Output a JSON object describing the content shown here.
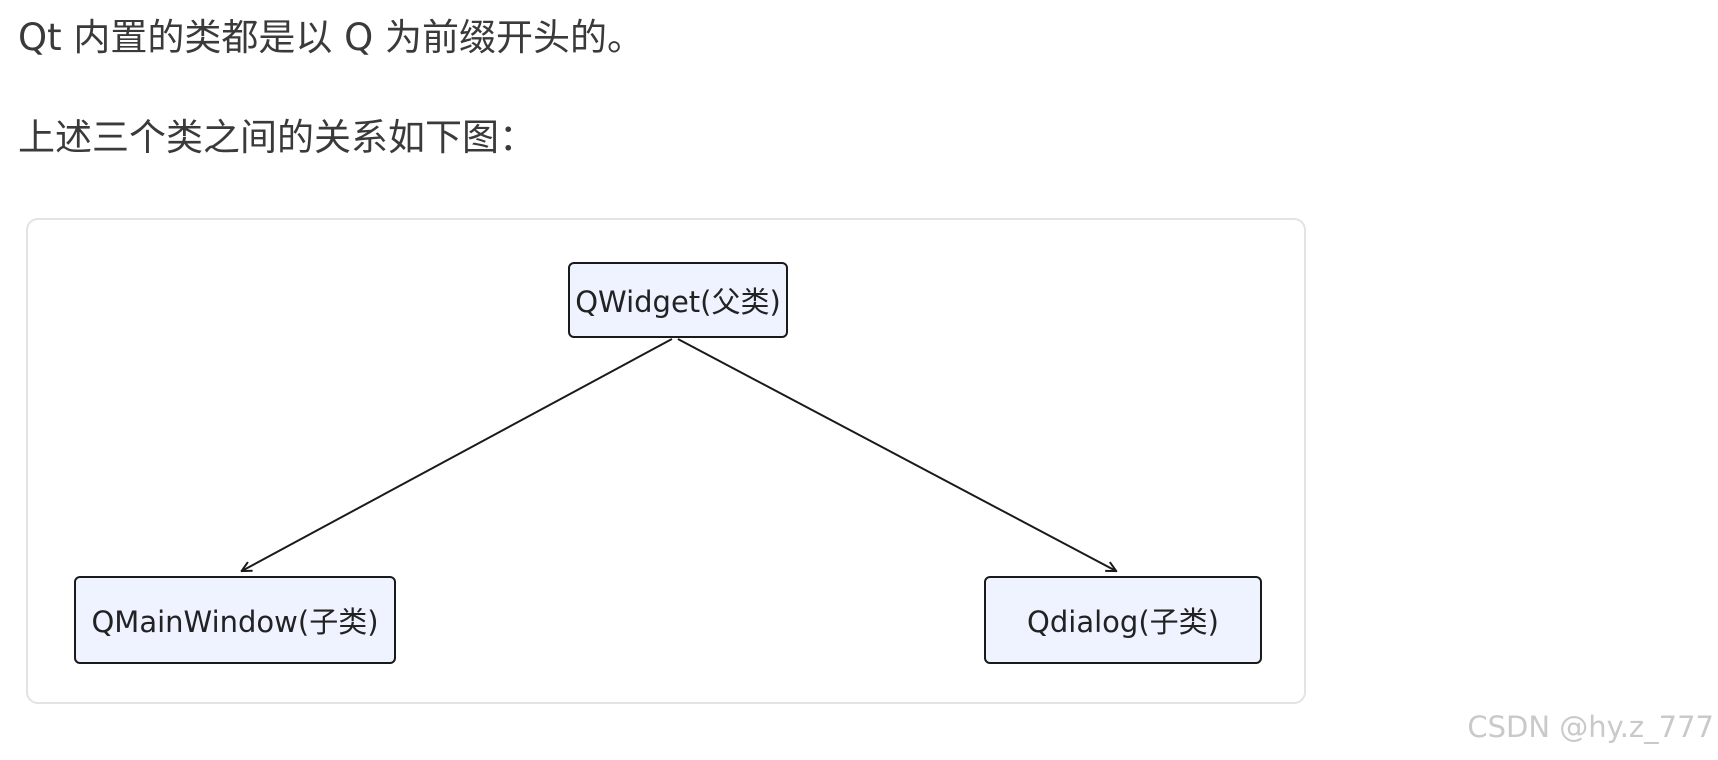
{
  "paragraphs": {
    "intro": "Qt 内置的类都是以 Q 为前缀开头的。",
    "relation": "上述三个类之间的关系如下图："
  },
  "diagram": {
    "nodes": {
      "parent": "QWidget(父类)",
      "child_left": "QMainWindow(子类)",
      "child_right": "Qdialog(子类)"
    },
    "edges": [
      {
        "from": "parent",
        "to": "child_left"
      },
      {
        "from": "parent",
        "to": "child_right"
      }
    ],
    "colors": {
      "node_fill": "#eef3ff",
      "node_border": "#1a1a1a",
      "edge": "#1a1a1a"
    }
  },
  "watermark": "CSDN @hy.z_777"
}
